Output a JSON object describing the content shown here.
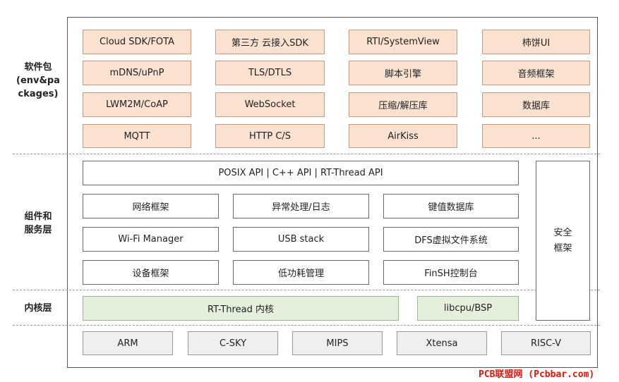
{
  "labels": {
    "packages": "软件包\n(env&pa\nckages)",
    "components": "组件和\n服务层",
    "kernel": "内核层"
  },
  "packages": [
    "Cloud SDK/FOTA",
    "第三方 云接入SDK",
    "RTI/SystemView",
    "柿饼UI",
    "mDNS/uPnP",
    "TLS/DTLS",
    "脚本引擎",
    "音频框架",
    "LWM2M/CoAP",
    "WebSocket",
    "压缩/解压库",
    "数据库",
    "MQTT",
    "HTTP C/S",
    "AirKiss",
    "..."
  ],
  "components": {
    "api": "POSIX API  |  C++ API  |  RT-Thread API",
    "items": [
      "网络框架",
      "异常处理/日志",
      "键值数据库",
      "Wi-Fi Manager",
      "USB stack",
      "DFS虚拟文件系统",
      "设备框架",
      "低功耗管理",
      "FinSH控制台"
    ],
    "security": "安全\n框架"
  },
  "kernel": {
    "core": "RT-Thread 内核",
    "bsp": "libcpu/BSP"
  },
  "arch": [
    "ARM",
    "C-SKY",
    "MIPS",
    "Xtensa",
    "RISC-V"
  ],
  "watermark": "PCB联盟网 (Pcbbar.com)"
}
